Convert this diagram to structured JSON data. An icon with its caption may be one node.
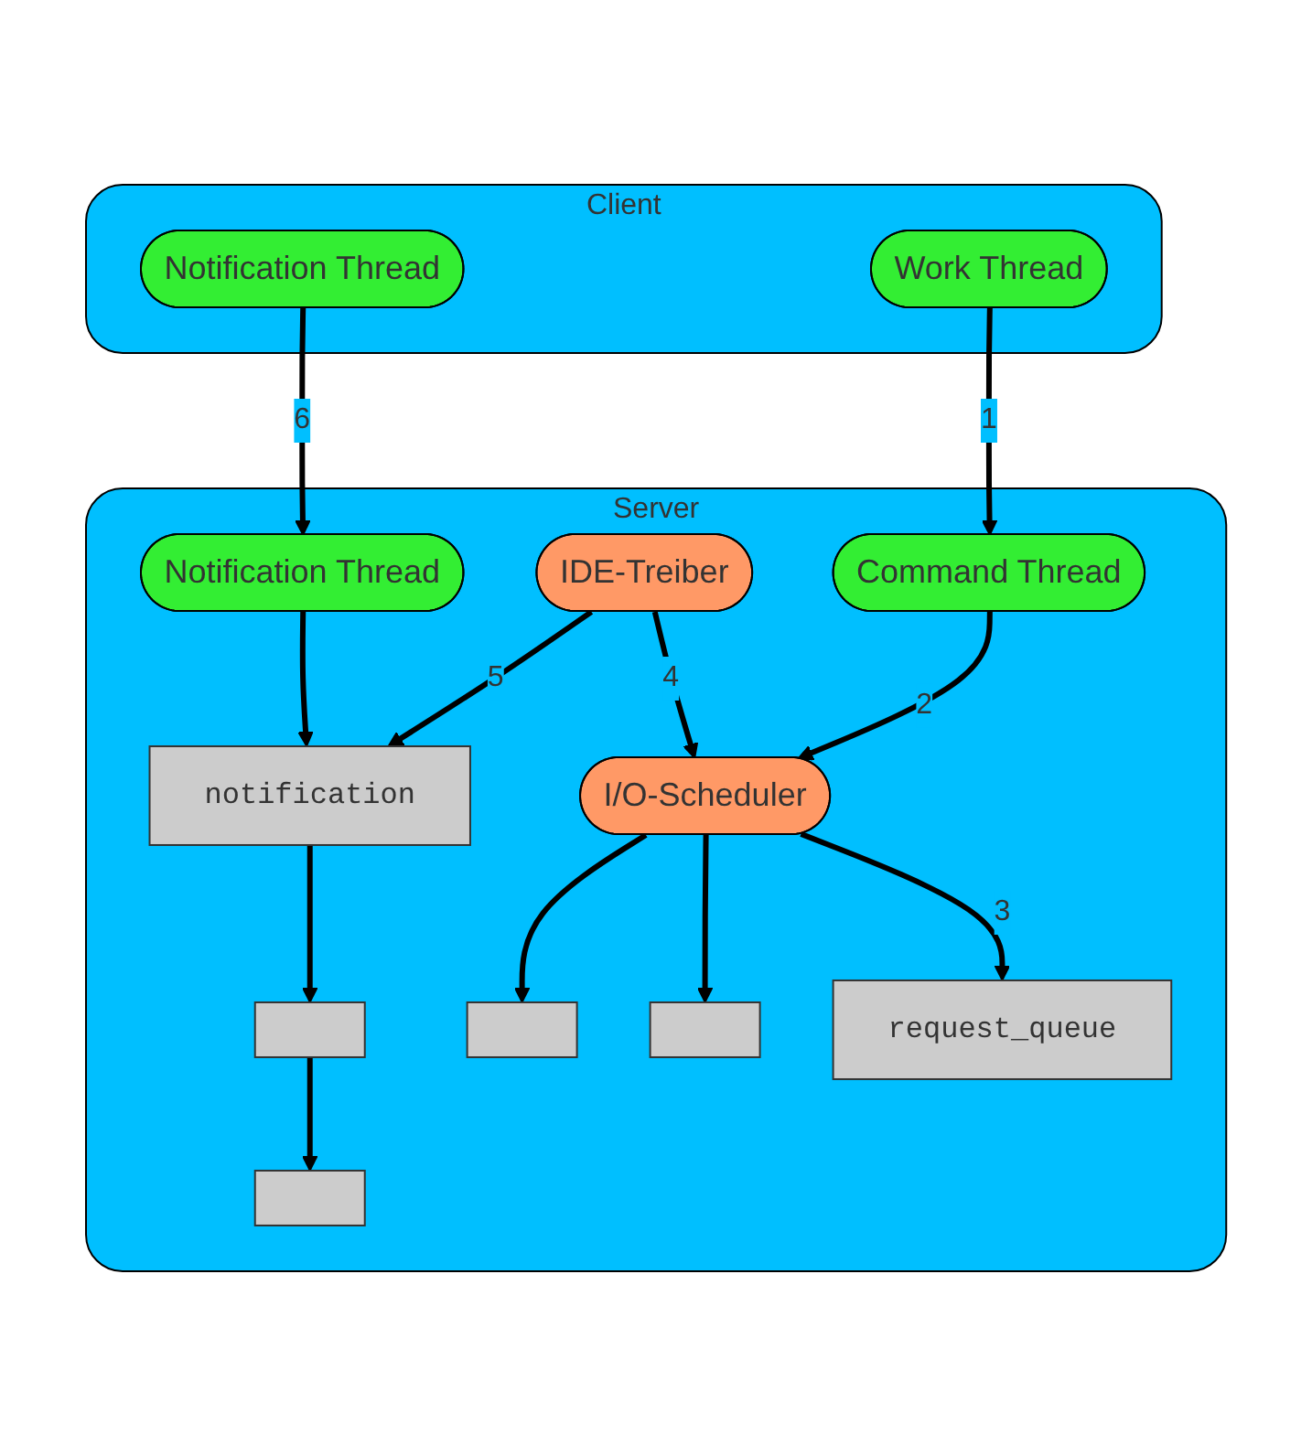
{
  "diagram": {
    "nodes": [
      {
        "text": [
          "Client"
        ]
      },
      {
        "text": [
          "Work Thread"
        ],
        "in": 0
      },
      {
        "text": [
          "Notification Thread"
        ],
        "in": 0
      },
      {
        "text": [
          "Server"
        ]
      },
      {
        "text": [
          "Command Thread"
        ],
        "in": 3
      },
      {
        "text": [
          "Notification Thread"
        ],
        "in": 3
      },
      {
        "text": [
          "I/O-Scheduler"
        ],
        "in": 3
      },
      {
        "text": [],
        "shape": "box",
        "in": 3
      },
      {
        "text": [],
        "shape": "box",
        "in": 3
      },
      {
        "text": [
          "notification"
        ],
        "in": 3
      },
      {
        "text": [],
        "shape": "box",
        "in": 3
      },
      {
        "text": [],
        "shape": "box",
        "in": 3
      },
      {
        "text": [
          "request_queue"
        ],
        "in": 3
      },
      {
        "text": [
          "IDE-Treiber"
        ],
        "in": 3
      }
    ],
    "edges": [
      {
        "from": 1,
        "to": 4,
        "arrow": "to",
        "label": "1"
      },
      {
        "from": 2,
        "to": 5,
        "arrow": "to",
        "label": "6"
      },
      {
        "from": 4,
        "to": 6,
        "arrow": "to",
        "label": "2"
      },
      {
        "from": 6,
        "to": 12,
        "arrow": "to",
        "label": "3"
      },
      {
        "from": 6,
        "to": 11,
        "arrow": "to"
      },
      {
        "from": 6,
        "to": 10,
        "arrow": "to"
      },
      {
        "from": 13,
        "to": 6,
        "arrow": "to",
        "label": "4"
      },
      {
        "from": 13,
        "to": 9,
        "arrow": "to",
        "label": "5"
      },
      {
        "from": 5,
        "to": 9,
        "arrow": "to"
      },
      {
        "from": 9,
        "to": 8,
        "arrow": "to"
      },
      {
        "from": 8,
        "to": 7,
        "arrow": "to"
      }
    ]
  }
}
